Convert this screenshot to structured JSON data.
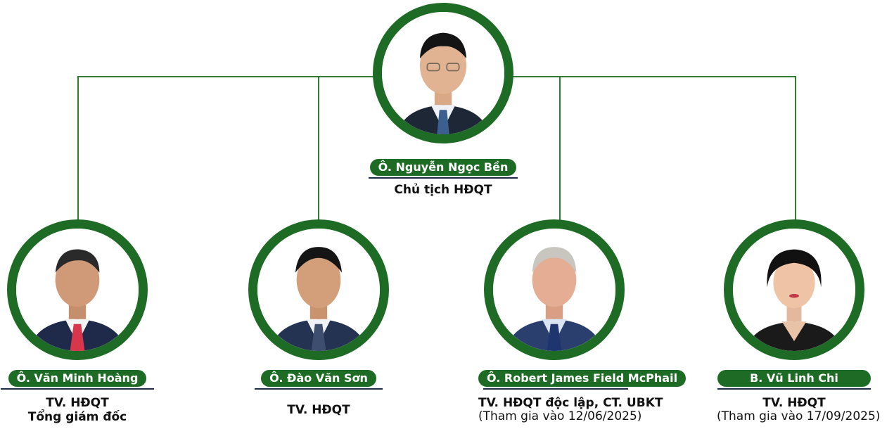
{
  "chairman": {
    "name": "Ô. Nguyễn Ngọc Bền",
    "role": "Chủ tịch HĐQT",
    "note": ""
  },
  "members": [
    {
      "name": "Ô. Văn Minh Hoàng",
      "role": "TV. HĐQT",
      "role2": "Tổng giám đốc",
      "note": ""
    },
    {
      "name": "Ô. Đào Văn Sơn",
      "role": "TV. HĐQT",
      "role2": "",
      "note": ""
    },
    {
      "name": "Ô. Robert James Field McPhail",
      "role": "TV. HĐQT độc lập, CT. UBKT",
      "role2": "",
      "note": "(Tham gia vào 12/06/2025)"
    },
    {
      "name": "B. Vũ Linh Chi",
      "role": "TV. HĐQT",
      "role2": "",
      "note": "(Tham gia vào 17/09/2025)"
    }
  ],
  "colors": {
    "accent": "#1e6b25",
    "connector": "#2e7d32",
    "underline": "#1f2a44"
  }
}
